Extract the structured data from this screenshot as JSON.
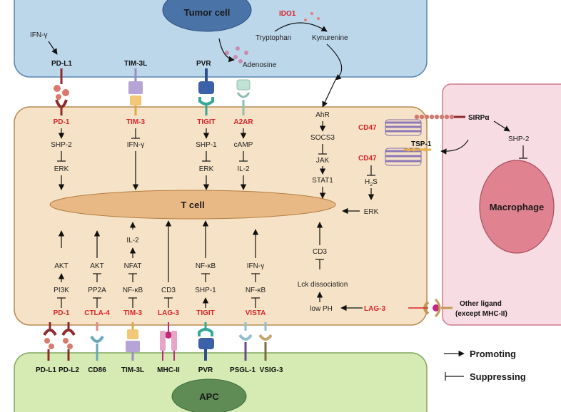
{
  "tumor": {
    "title": "Tumor cell",
    "ifn": "IFN-γ",
    "ido1": "IDO1",
    "tryptophan": "Tryptophan",
    "kynurenine": "Kynurenine",
    "adenosine": "Adenosine",
    "ligands": [
      "PD-L1",
      "TIM-3L",
      "PVR"
    ]
  },
  "tcell": {
    "title": "T cell",
    "top_receptors": [
      "PD-1",
      "TIM-3",
      "TIGIT",
      "A2AR"
    ],
    "pd1_top": [
      "SHP-2",
      "ERK"
    ],
    "tim3_top": [
      "IFN-γ"
    ],
    "tigit_top": [
      "SHP-1",
      "ERK"
    ],
    "a2ar_top": [
      "cAMP",
      "IL-2"
    ],
    "ahr_chain": [
      "AhR",
      "SOCS3",
      "JAK",
      "STAT1"
    ],
    "cd47_top": "CD47",
    "cd47_bottom": "CD47",
    "h2s_h": "H",
    "h2s_sub": "2",
    "h2s_s": "S",
    "erk_right": "ERK",
    "bottom_receptors": [
      "PD-1",
      "CTLA-4",
      "TIM-3",
      "LAG-3",
      "TIGIT",
      "VISTA"
    ],
    "pd1_bottom": [
      "AKT",
      "PI3K"
    ],
    "ctla4_bottom": [
      "AKT",
      "PP2A"
    ],
    "tim3_bottom": [
      "IL-2",
      "NFAT",
      "NF-κB"
    ],
    "lag3_bottom": [
      "CD3"
    ],
    "tigit_bottom": [
      "NF-κB",
      "SHP-1"
    ],
    "vista_bottom": [
      "IFN-γ",
      "NF-κB"
    ],
    "lag3_right": "LAG-3",
    "low_ph": "low PH",
    "lck": "Lck dissociation",
    "cd3_right": "CD3"
  },
  "macrophage": {
    "title": "Macrophage",
    "sirpa": "SIRPα",
    "shp2": "SHP-2",
    "tsp1": "TSP-1",
    "other_ligand_1": "Other ligand",
    "other_ligand_2": "(except MHC-II)"
  },
  "apc": {
    "title": "APC",
    "ligands": [
      "PD-L1",
      "PD-L2",
      "CD86",
      "TIM-3L",
      "MHC-II",
      "PVR",
      "PSGL-1",
      "VSIG-3"
    ]
  },
  "legend": {
    "promoting": "Promoting",
    "suppressing": "Suppressing"
  },
  "colors": {
    "tumor_fill": "#bcd6ea",
    "tumor_nucleus": "#4a73a8",
    "tcell_fill": "#f6e2c6",
    "tcell_nucleus": "#e9b985",
    "apc_fill": "#d6ebb4",
    "apc_nucleus": "#5f8c55",
    "macrophage_fill": "#f8dce3",
    "macrophage_nucleus": "#e0828f",
    "red_text": "#d6262b"
  }
}
